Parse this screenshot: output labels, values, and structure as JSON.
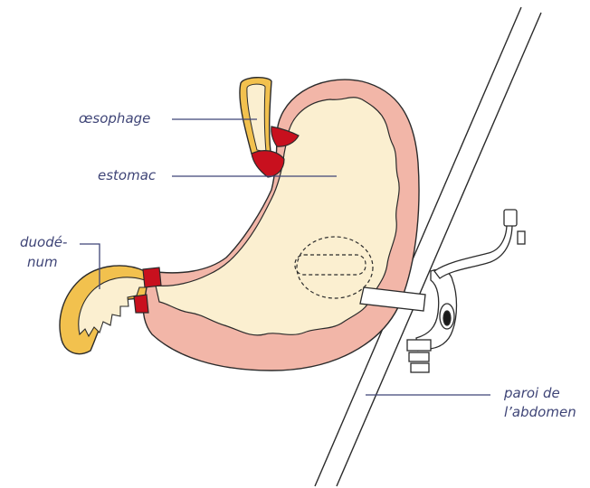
{
  "labels": {
    "oesophagus": "œsophage",
    "stomach": "estomac",
    "duodenum_line1": "duodé-",
    "duodenum_line2": "num",
    "abdominal_wall_line1": "paroi de",
    "abdominal_wall_line2": "l’abdomen"
  },
  "colors": {
    "stomach_wall": "#f2b6a8",
    "stomach_interior": "#fbefd0",
    "sphincter": "#c8101e",
    "duodenum": "#f2c14e",
    "outline": "#2b2b2b",
    "label_text": "#3f4577"
  }
}
